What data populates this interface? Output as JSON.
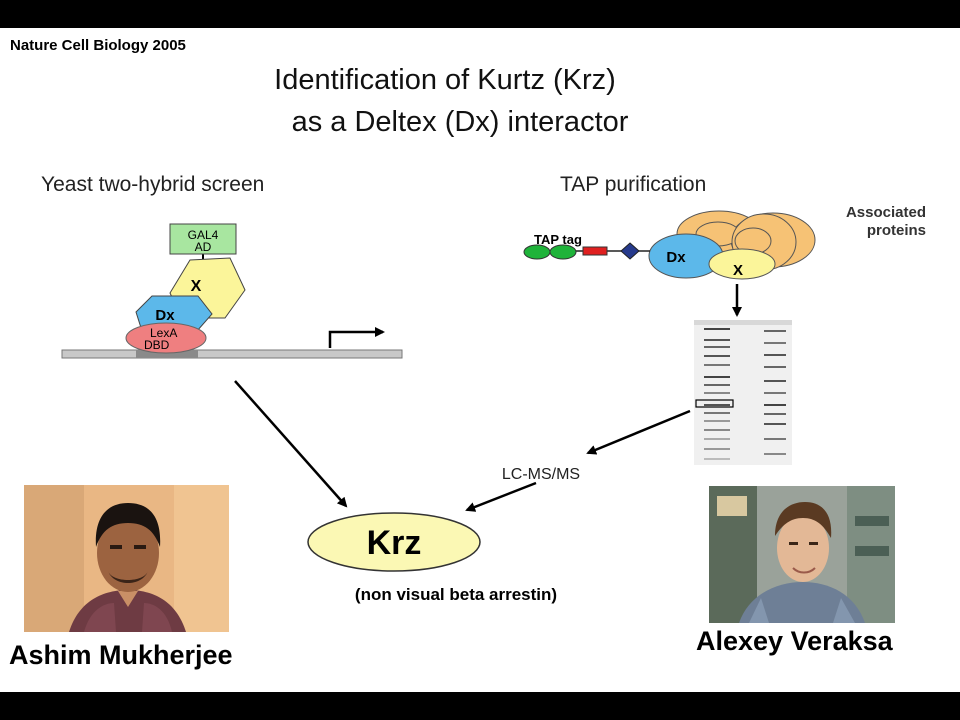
{
  "citation": "Nature Cell Biology 2005",
  "title_line1": "Identification of Kurtz (Krz)",
  "title_line2": "as a Deltex (Dx) interactor",
  "left_panel": {
    "heading": "Yeast two-hybrid screen",
    "gal4_label": "GAL4",
    "ad_label": "AD",
    "x_label": "X",
    "dx_label": "Dx",
    "lexa_label": "LexA",
    "dbd_label": "DBD"
  },
  "right_panel": {
    "heading": "TAP purification",
    "tap_tag_label": "TAP tag",
    "dx_label": "Dx",
    "x_label": "X",
    "associated_line1": "Associated",
    "associated_line2": "proteins"
  },
  "lcms_label": "LC-MS/MS",
  "result": {
    "label": "Krz",
    "subtitle": "(non visual beta arrestin)"
  },
  "people": {
    "left_name": "Ashim Mukherjee",
    "right_name": "Alexey Veraksa"
  },
  "colors": {
    "gal4_green": "#a8e6a0",
    "x_yellow": "#fbf59a",
    "dx_blue": "#5cb8ea",
    "lexa_red": "#ef7f80",
    "krz_yellow": "#fbf8b4",
    "tap_green": "#1fb33a",
    "tap_red": "#e02020",
    "tap_navy": "#263a8c",
    "assoc_orange": "#f6c275"
  }
}
